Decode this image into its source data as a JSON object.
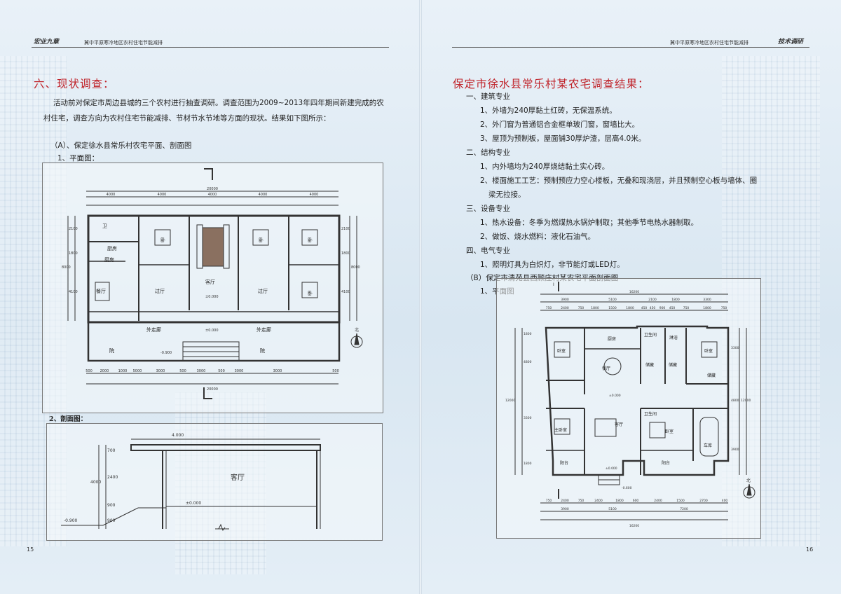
{
  "header": {
    "left_logo": "宏业九章",
    "left_title": "冀中平原寒冷地区农村住宅节能减排",
    "right_title": "冀中平原寒冷地区农村住宅节能减排",
    "right_logo": "技术调研"
  },
  "left_page": {
    "heading": "六、现状调查：",
    "intro": "活动前对保定市周边县城的三个农村进行抽查调研。调查范围为2009~2013年四年期间新建完成的农村住宅，调查方向为农村住宅节能减排、节材节水节地等方面的现状。结果如下图所示：",
    "sub_a": "（A）、保定徐水县常乐村农宅平面、剖面图",
    "plan_label": "1、平面图：",
    "section_label": "2、剖面图：",
    "page_number": "15",
    "plan": {
      "dims_top_total": "20000",
      "dims_top": [
        "4000",
        "4000",
        "4000",
        "4000",
        "4000"
      ],
      "dims_bottom": [
        "500",
        "2000",
        "1000",
        "5000",
        "3000",
        "500",
        "3000",
        "500",
        "3000",
        "3000",
        "500"
      ],
      "dims_bottom_total": "20000",
      "dims_left": [
        "2100",
        "1800",
        "4100"
      ],
      "dims_left_total": "8000",
      "dims_right": [
        "2100",
        "1800",
        "4100"
      ],
      "dims_right_total": "8000",
      "rooms": {
        "wc": "卫",
        "kitchen_top": "厨房",
        "kitchen": "厨房",
        "dining": "餐厅",
        "bedroom1": "卧",
        "bedroom2": "卧",
        "bedroom3": "卧",
        "bedroom4": "卧",
        "hall_left": "过厅",
        "hall_right": "过厅",
        "living": "客厅",
        "corridor_left": "外走廊",
        "corridor_right": "外走廊",
        "yard_left": "院",
        "yard_right": "院"
      },
      "elev_living": "±0.000",
      "elev_corridor": "±0.000",
      "elev_yard": "-0.900",
      "north": "北"
    },
    "section": {
      "dim_top": "4.000",
      "dims_left": [
        "700",
        "2400",
        "900",
        "900"
      ],
      "dim_left_total": "4000",
      "room": "客厅",
      "elev_floor": "±0.000",
      "elev_ground": "-0.900"
    }
  },
  "right_page": {
    "heading": "保定市徐水县常乐村某农宅调查结果：",
    "items": [
      "一、建筑专业",
      "1、外墙为240厚黏土红砖，无保温系统。",
      "2、外门窗为普通铝合金框单玻门窗，窗墙比大。",
      "3、屋顶为预制板，屋面铺30厚炉渣，层高4.0米。",
      "二、结构专业",
      "1、内外墙均为240厚烧结黏土实心砖。",
      "2、楼面施工工艺：预制预应力空心楼板，无叠和现浇层，并且预制空心板与墙体、圈",
      "梁无拉接。",
      "三、设备专业",
      "1、热水设备：冬季为燃煤热水锅炉制取；其他季节电热水器制取。",
      "2、做饭、烧水燃料：液化石油气。",
      "四、电气专业",
      "1、照明灯具为白炽灯，非节能灯或LED灯。",
      "（B）保定市清苑县西顾庄村某农宅平面剖面图",
      "1、平面图"
    ],
    "page_number": "16",
    "plan": {
      "dim_top_total": "16200",
      "dims_top_a": [
        "3900",
        "5100",
        "2100",
        "1800",
        "3300"
      ],
      "dims_top_b": [
        "750",
        "2400",
        "750",
        "1800",
        "1500",
        "1800",
        "450",
        "450",
        "900",
        "450",
        "750",
        "1800",
        "750"
      ],
      "dims_bottom_a": [
        "750",
        "2400",
        "750",
        "2400",
        "1800",
        "600",
        "2400",
        "1500",
        "2700",
        "400"
      ],
      "dims_bottom_b": [
        "3900",
        "5100",
        "7200"
      ],
      "dim_bottom_total": "16200",
      "dims_left": [
        "1800",
        "4800",
        "3300",
        "1800"
      ],
      "dim_left_total": "12000",
      "dims_right": [
        "3300",
        "4800",
        "3900"
      ],
      "dim_right_total": "12000",
      "rooms": {
        "bedroom_tl": "卧室",
        "kitchen": "厨房",
        "wc_top": "卫生间",
        "bath": "淋浴",
        "bedroom_tr": "卧室",
        "dining": "餐厅",
        "storage_a": "储藏",
        "storage_b": "储藏",
        "storage_c": "储藏",
        "master": "主卧室",
        "living": "客厅",
        "wc_mid": "卫生间",
        "bedroom_br": "卧室",
        "garage": "车库",
        "balcony_l": "阳台",
        "balcony_r": "阳台"
      },
      "elev_dining": "±0.000",
      "elev_living": "±0.000",
      "elev_entry": "-0.600",
      "north": "北",
      "section_mark": "I"
    }
  }
}
